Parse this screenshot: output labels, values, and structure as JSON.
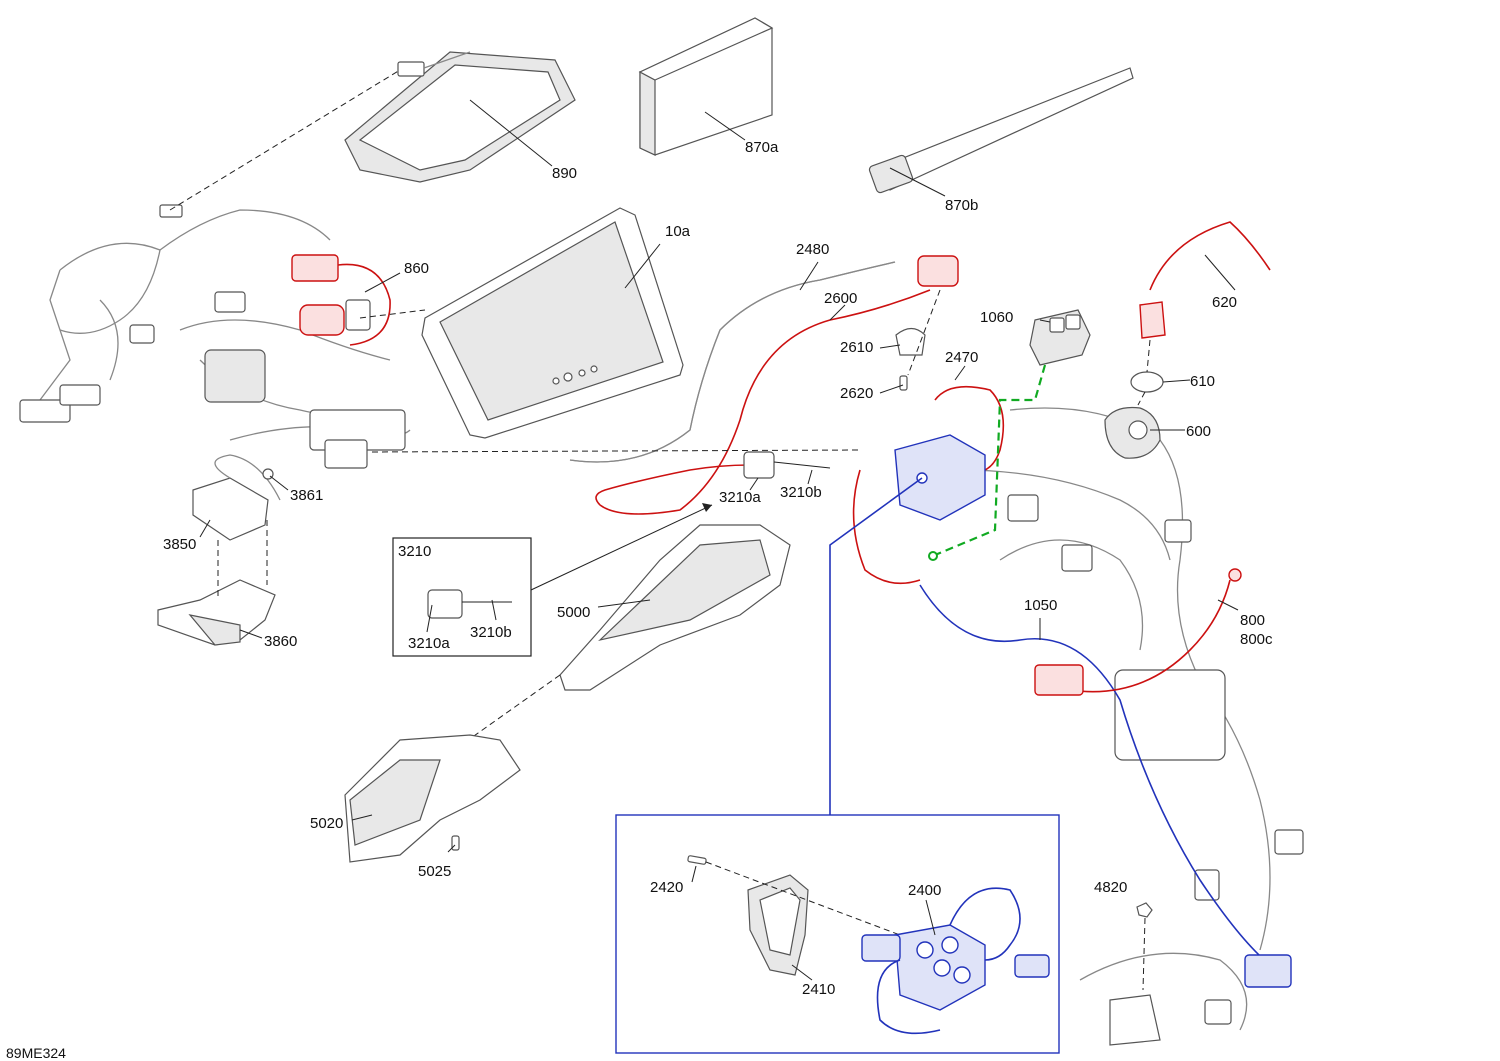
{
  "callouts": {
    "c890": "890",
    "c870a": "870a",
    "c870b": "870b",
    "c860": "860",
    "c10a": "10a",
    "c2480": "2480",
    "c2600": "2600",
    "c2610": "2610",
    "c2620": "2620",
    "c2470": "2470",
    "c1060": "1060",
    "c620": "620",
    "c610": "610",
    "c600": "600",
    "c3861": "3861",
    "c3850": "3850",
    "c3860": "3860",
    "c3210a_main": "3210a",
    "c3210b_main": "3210b",
    "c3210_box": "3210",
    "c3210a_box": "3210a",
    "c3210b_box": "3210b",
    "c5000": "5000",
    "c1050": "1050",
    "c800": "800",
    "c800c": "800c",
    "c5020": "5020",
    "c5025": "5025",
    "c2420": "2420",
    "c2400": "2400",
    "c2410": "2410",
    "c4820": "4820"
  },
  "figure_code": "89ME324",
  "colors": {
    "highlight_red": "#cc1111",
    "highlight_blue": "#2233bb",
    "highlight_green": "#11aa22"
  }
}
